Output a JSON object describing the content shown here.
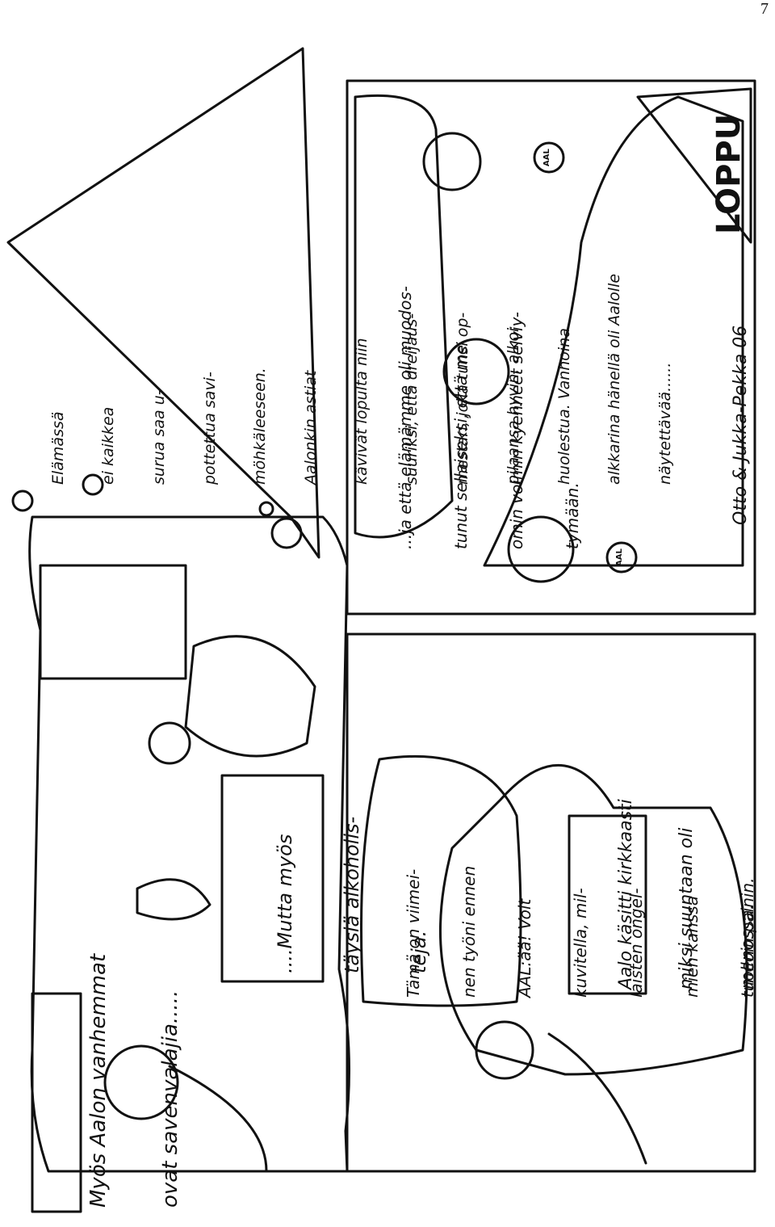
{
  "page_number": "7",
  "panels": [
    {
      "id": "panel-1",
      "caption_lines": [
        "Myös Aalon vanhemmat",
        "ovat savenvalajia....."
      ],
      "sign_lines": [
        "....Mutta myös",
        "täysiä alkoholis-",
        "teja."
      ]
    },
    {
      "id": "panel-2",
      "caption_lines": [
        "Elämässä",
        "ei kaikkea",
        "surua saa u-",
        "pottettua savi-",
        "möhkäleeseen.",
        "Aalonkin astiat",
        "kävivät lopulta niin",
        "suuriksi, että dreijaus-",
        "mestari, joka tunsi op-",
        "pilaansa hyvin, alkoi",
        "huolestua. Vanhoina",
        "alkkarina hänellä oli Aalolle",
        "näytettävää......"
      ]
    },
    {
      "id": "panel-3",
      "speech_lines": [
        "Tämä on viimei-",
        "nen työni ennen",
        "AAL:ää! Voit",
        "kuvitella, mil-",
        "laisten ongel-",
        "mien kanssa",
        "tuolloin painin."
      ],
      "caption_lines": [
        "Aalo käsitti kirkkaasti",
        "miksi suuntaan oli",
        "menossa."
      ]
    },
    {
      "id": "panel-4",
      "speech_lines": [
        "...ja että elämämme oli muodos-",
        "tunut sellaiseksi, että me",
        "omin voimin kyenneet selviy-",
        "tymään."
      ],
      "badges": [
        "AAL",
        "AAL"
      ],
      "ending": "LOPPU",
      "signature": "Otto & Jukka-Pekka 06"
    }
  ]
}
